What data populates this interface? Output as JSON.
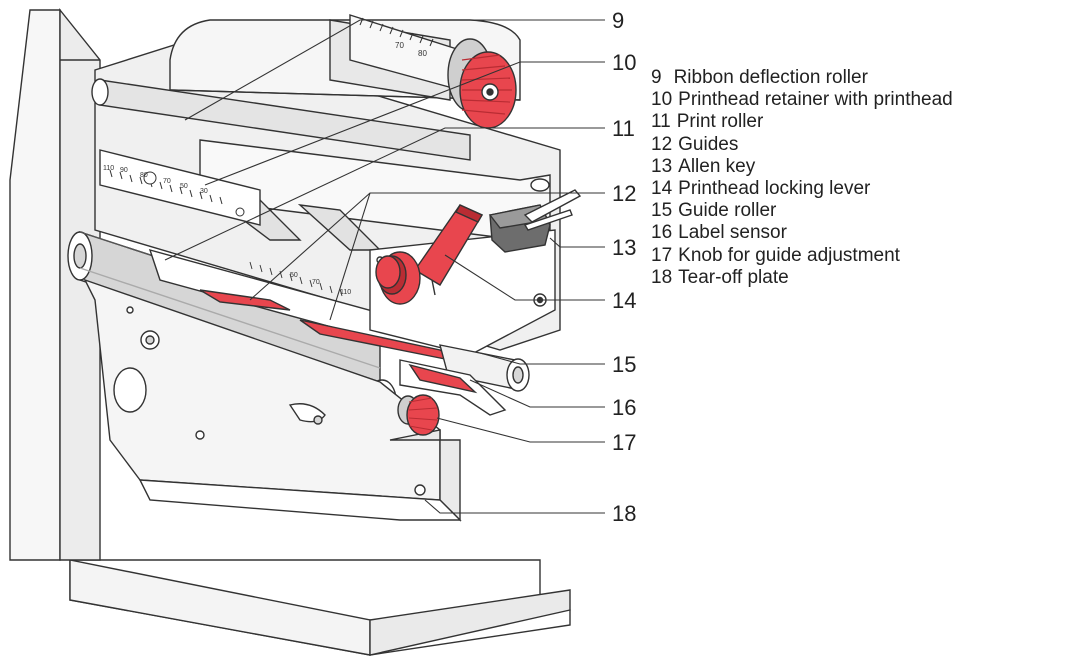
{
  "colors": {
    "accent_red": "#e8464e",
    "accent_red_dark": "#b92c33",
    "metal_light": "#f2f2f2",
    "metal_mid": "#d8d8d8",
    "outline": "#333333",
    "knob_gray": "#6d6d6d"
  },
  "callouts": [
    {
      "number": "9",
      "label": "Ribbon deflection roller"
    },
    {
      "number": "10",
      "label": "Printhead retainer with printhead"
    },
    {
      "number": "11",
      "label": "Print roller"
    },
    {
      "number": "12",
      "label": "Guides"
    },
    {
      "number": "13",
      "label": "Allen key"
    },
    {
      "number": "14",
      "label": "Printhead locking lever"
    },
    {
      "number": "15",
      "label": "Guide roller"
    },
    {
      "number": "16",
      "label": "Label sensor"
    },
    {
      "number": "17",
      "label": "Knob for guide adjustment"
    },
    {
      "number": "18",
      "label": "Tear-off plate"
    }
  ],
  "scale_marks": {
    "upper": [
      "70",
      "80"
    ],
    "left": [
      "110",
      "90",
      "80",
      "70",
      "50",
      "30"
    ],
    "middle": [
      "50",
      "70",
      "110"
    ]
  }
}
